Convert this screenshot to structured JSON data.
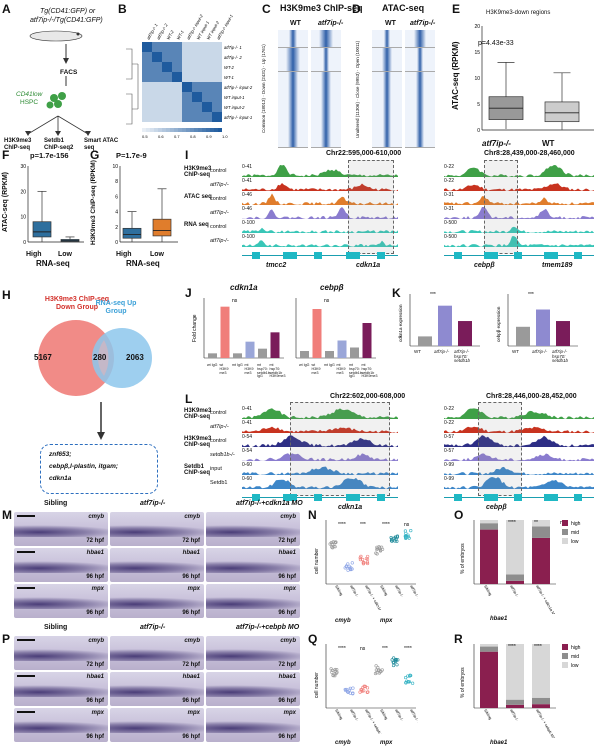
{
  "panelA": {
    "label": "A",
    "line1": "Tg(CD41:GFP) or",
    "line2": "atf7ip-/-/Tg(CD41:GFP)",
    "facs": "FACS",
    "cells": "CD41low",
    "cells2": "HSPC",
    "outputs": [
      "H3K9me3\nChIP-seq",
      "Setdb1\nChIP-seq2",
      "Smart ATAC\nseq"
    ]
  },
  "panelB": {
    "label": "B",
    "rows": [
      "atf7ip-/- 1",
      "atf7ip-/- 2",
      "WT-2",
      "WT-1",
      "atf7ip-/- input-2",
      "WT input-1",
      "WT input-2",
      "atf7ip-/- input-1"
    ],
    "axis": [
      "0.5",
      "0.6",
      "0.7",
      "0.8",
      "0.9",
      "1.0"
    ]
  },
  "panelC": {
    "label": "C",
    "title": "H3K9me3 ChIP-seq",
    "cols": [
      "WT",
      "atf7ip-/-"
    ],
    "side": [
      "Up (1761)",
      "Down (2431)",
      "Common (18013)"
    ]
  },
  "panelD": {
    "label": "D",
    "title": "ATAC-seq",
    "cols": [
      "WT",
      "atf7ip-/-"
    ],
    "side": [
      "Open (10011)",
      "Close (9953)",
      "Unaltered (11306)"
    ]
  },
  "panelE": {
    "label": "E",
    "subtitle": "H3K9me3-down regions",
    "pval": "p=4.43e-33",
    "ylabel": "ATAC-seq (RPKM)",
    "groups": [
      "atf7ip-/-",
      "WT"
    ]
  },
  "panelF": {
    "label": "F",
    "pval": "p=1.7e-156",
    "ylabel": "ATAC-seq (RPKM)",
    "xlabel": "RNA-seq",
    "groups": [
      "High",
      "Low"
    ]
  },
  "panelG": {
    "label": "G",
    "pval": "P=1.7e-9",
    "ylabel": "H3K9me3 ChIP-seq (RPKM)",
    "xlabel": "RNA-seq",
    "groups": [
      "High",
      "Low"
    ]
  },
  "panelI": {
    "label": "I",
    "region1": "Chr22:595,000-610,000",
    "region2": "Chr8:28,439,000-28,460,000",
    "groups": [
      "H3K9me3 ChIP-seq",
      "ATAC seq",
      "RNA seq"
    ],
    "rows": [
      "control",
      "atf7ip-/-",
      "control",
      "atf7ip-/-",
      "control",
      "atf7ip-/-"
    ],
    "scale1": [
      "0-41",
      "0-41",
      "0-46",
      "0-46",
      "0-100",
      "0-100"
    ],
    "scale2": [
      "0-22",
      "0-22",
      "0-31",
      "0-31",
      "0-500",
      "0-500"
    ],
    "genes1": [
      "tmcc2",
      "cdkn1a"
    ],
    "genes2": [
      "cebpβ",
      "tmem189"
    ]
  },
  "panelH": {
    "label": "H",
    "left_title": "H3K9me3 ChIP-seq Down Group",
    "right_title": "RNA-seq Up Group",
    "left": "5167",
    "overlap": "280",
    "right": "2063",
    "genes": [
      "znf653;",
      "cebpβ,l-plastin, itgam;",
      "cdkn1a"
    ]
  },
  "panelJ": {
    "label": "J",
    "ylabel": "Fold change",
    "chart1_title": "cdkn1a",
    "chart2_title": "cebpβ",
    "bar_labels": [
      "wt IgG",
      "wt H3K9 me3",
      "mt IgG",
      "mt H3K9 me3",
      "mt hsp70: setdb1b IgG",
      "mt hsp70: setdb1b H3K9me3"
    ],
    "ns": "ns"
  },
  "panelK": {
    "label": "K",
    "ylabel1": "cdkn1a expression",
    "ylabel2": "cebpβ expression",
    "groups": [
      "WT",
      "atf7ip-/-",
      "atf7ip-/- hsp70: setdb1b"
    ]
  },
  "panelL": {
    "label": "L",
    "region1": "Chr22:602,000-608,000",
    "region2": "Chr8:28,446,000-28,452,000",
    "groups": [
      "H3K9me3 ChIP-seq",
      "H3K9me3 ChIP-seq",
      "Setdb1 ChIP-seq"
    ],
    "rows": [
      "control",
      "atf7ip-/-",
      "control",
      "setdb1b-/-",
      "input",
      "Setdb1"
    ],
    "scale1": [
      "0-41",
      "0-41",
      "0-54",
      "0-54",
      "0-60",
      "0-60"
    ],
    "scale2": [
      "0-22",
      "0-22",
      "0-57",
      "0-57",
      "0-99",
      "0-99"
    ],
    "gene1": "cdkn1a",
    "gene2": "cebpβ"
  },
  "panelM": {
    "label": "M",
    "cols": [
      "Sibling",
      "atf7ip-/-",
      "atf7ip-/-+cdkn1a MO"
    ],
    "genes": [
      "cmyb",
      "hbae1",
      "mpx"
    ],
    "stages": [
      "72 hpf",
      "96 hpf",
      "96 hpf"
    ]
  },
  "panelN": {
    "label": "N",
    "ylabel": "cell number",
    "groups": [
      "cmyb",
      "mpx"
    ],
    "ticks": [
      "Sibling",
      "atf7ip-/-",
      "atf7ip-/- + cdkn1a MO",
      "Sibling",
      "atf7ip-/-",
      "atf7ip-/- + cdkn1a MO"
    ],
    "sig": [
      "****",
      "***",
      "****",
      "ns"
    ]
  },
  "panelO": {
    "label": "O",
    "ylabel": "% of embryos",
    "xlabel": "hbae1",
    "legend": [
      "high",
      "mid",
      "low"
    ],
    "ticks": [
      "Sibling",
      "atf7ip-/-",
      "atf7ip-/- + cdkn1a MO"
    ],
    "sig": [
      "****",
      "**",
      "ns"
    ]
  },
  "panelP": {
    "label": "P",
    "cols": [
      "Sibling",
      "atf7ip-/-",
      "atf7ip-/-+cebpb MO"
    ],
    "genes": [
      "cmyb",
      "hbae1",
      "mpx"
    ],
    "stages": [
      "72 hpf",
      "96 hpf",
      "96 hpf"
    ]
  },
  "panelQ": {
    "label": "Q",
    "ylabel": "cell number",
    "groups": [
      "cmyb",
      "mpx"
    ],
    "ticks": [
      "Sibling",
      "atf7ip-/-",
      "atf7ip-/- + cebpb MO",
      "Sibling",
      "atf7ip-/-",
      "atf7ip-/- + cebpb MO"
    ],
    "sig": [
      "****",
      "ns",
      "***",
      "****"
    ]
  },
  "panelR": {
    "label": "R",
    "ylabel": "% of embryos",
    "xlabel": "hbae1",
    "legend": [
      "high",
      "mid",
      "low"
    ],
    "ticks": [
      "Sibling",
      "atf7ip-/-",
      "atf7ip-/- + cebpb MO"
    ],
    "sig": [
      "****",
      "****"
    ]
  },
  "colors": {
    "control_green": "#3fa047",
    "mutant_red": "#c8331f",
    "atac_orange": "#e07d2c",
    "atac_purple": "#8a7ccf",
    "rna_teal": "#39c6b7",
    "navy": "#2d2e85",
    "setdb1_blue": "#3d86c8",
    "venn_red": "#f07e7a",
    "venn_blue": "#8dc7ec",
    "bar_magenta": "#7a1c5a",
    "heat_blue": "#1f5b9e"
  }
}
